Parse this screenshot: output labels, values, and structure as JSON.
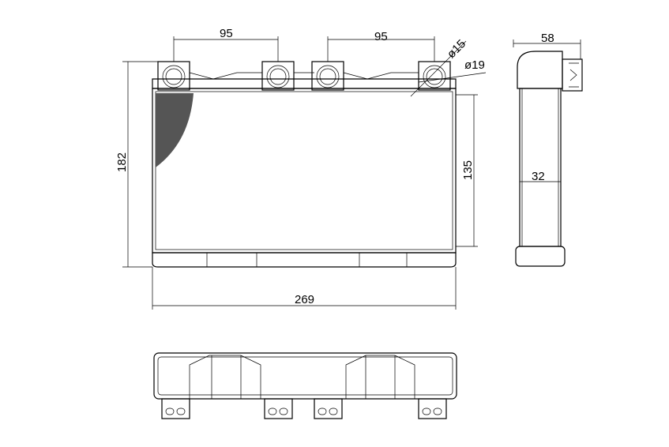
{
  "dimensions": {
    "pipe_spacing_left": "95",
    "pipe_spacing_right": "95",
    "inner_diameter": "ø15",
    "outer_diameter": "ø19",
    "overall_height": "182",
    "core_height": "135",
    "overall_width": "269",
    "depth": "58",
    "core_depth": "32"
  }
}
